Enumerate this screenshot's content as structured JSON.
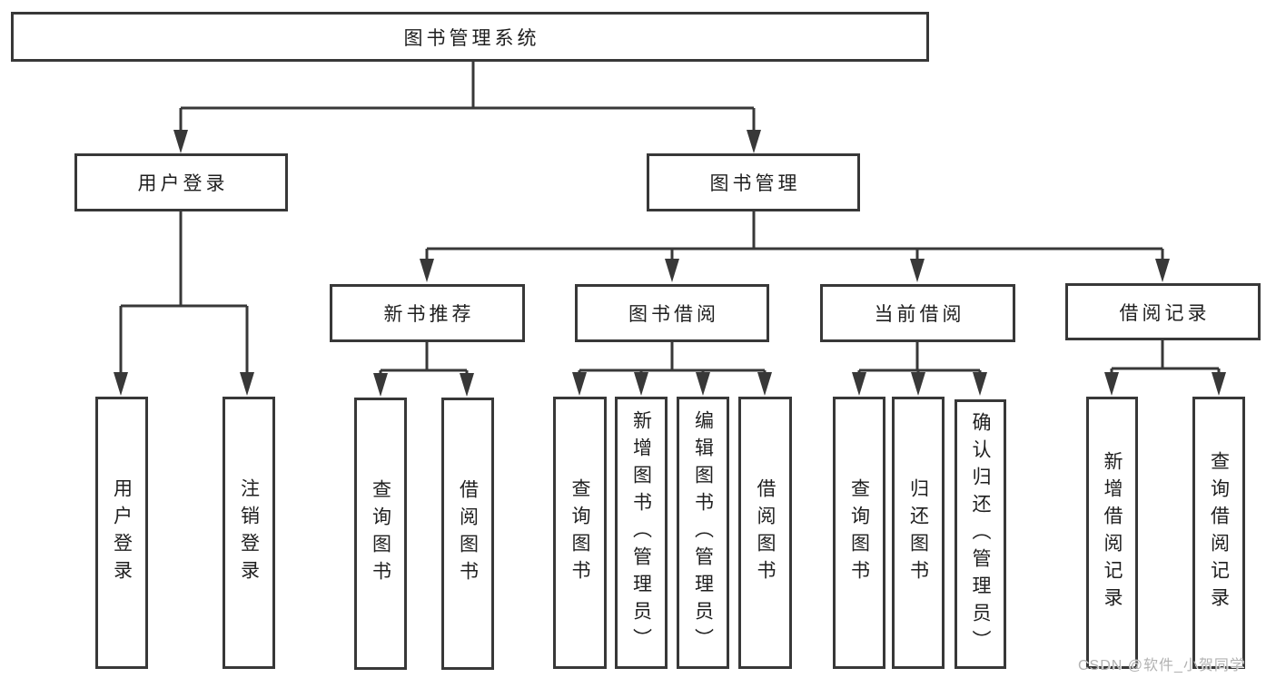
{
  "title": "图书管理系统",
  "watermark": "CSDN @软件_小贺同学",
  "colors": {
    "line": "#383838",
    "box_border": "#383838",
    "box_background": "#ffffff",
    "text": "#1f1f1f",
    "watermark": "#b2b2b2"
  },
  "tree": {
    "label": "图书管理系统",
    "children": [
      {
        "label": "用户登录",
        "children": [
          {
            "label": "用户登录"
          },
          {
            "label": "注销登录"
          }
        ]
      },
      {
        "label": "图书管理",
        "children": [
          {
            "label": "新书推荐",
            "children": [
              {
                "label": "查询图书"
              },
              {
                "label": "借阅图书"
              }
            ]
          },
          {
            "label": "图书借阅",
            "children": [
              {
                "label": "查询图书"
              },
              {
                "label": "新增图书（管理员）"
              },
              {
                "label": "编辑图书（管理员）"
              },
              {
                "label": "借阅图书"
              }
            ]
          },
          {
            "label": "当前借阅",
            "children": [
              {
                "label": "查询图书"
              },
              {
                "label": "归还图书"
              },
              {
                "label": "确认归还（管理员）"
              }
            ]
          },
          {
            "label": "借阅记录",
            "children": [
              {
                "label": "新增借阅记录"
              },
              {
                "label": "查询借阅记录"
              }
            ]
          }
        ]
      }
    ]
  }
}
